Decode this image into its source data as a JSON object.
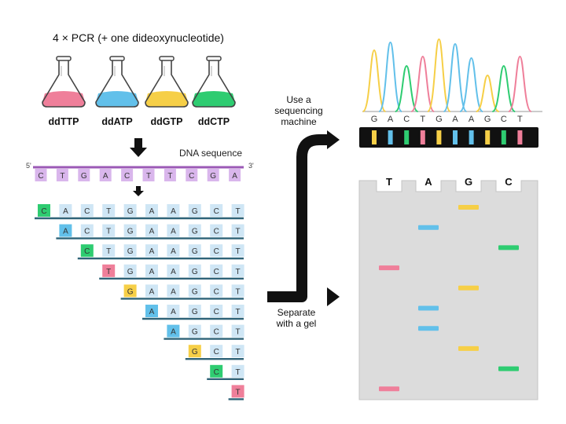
{
  "title": "4 × PCR (+ one dideoxynucleotide)",
  "colors": {
    "T": "#ef7f9a",
    "A": "#62c0ea",
    "G": "#f6cf47",
    "C": "#2ecc71",
    "template_cell": "#d9b6ec",
    "strand_cell": "#cfe6f5",
    "template_line": "#9b59b6",
    "strand_line": "#2f6378",
    "gel": "#dcdcdc"
  },
  "flasks": [
    {
      "label": "ddTTP",
      "color_key": "T"
    },
    {
      "label": "ddATP",
      "color_key": "A"
    },
    {
      "label": "ddGTP",
      "color_key": "G"
    },
    {
      "label": "ddCTP",
      "color_key": "C"
    }
  ],
  "dna": {
    "label": "DNA sequence",
    "five_prime": "5'",
    "three_prime": "3'",
    "template": [
      "C",
      "T",
      "G",
      "A",
      "C",
      "T",
      "T",
      "C",
      "G",
      "A"
    ],
    "fragments": [
      [
        "C",
        "A",
        "C",
        "T",
        "G",
        "A",
        "A",
        "G",
        "C",
        "T"
      ],
      [
        "A",
        "C",
        "T",
        "G",
        "A",
        "A",
        "G",
        "C",
        "T"
      ],
      [
        "C",
        "T",
        "G",
        "A",
        "A",
        "G",
        "C",
        "T"
      ],
      [
        "T",
        "G",
        "A",
        "A",
        "G",
        "C",
        "T"
      ],
      [
        "G",
        "A",
        "A",
        "G",
        "C",
        "T"
      ],
      [
        "A",
        "A",
        "G",
        "C",
        "T"
      ],
      [
        "A",
        "G",
        "C",
        "T"
      ],
      [
        "G",
        "C",
        "T"
      ],
      [
        "C",
        "T"
      ],
      [
        "T"
      ]
    ]
  },
  "steps": {
    "sequencing": [
      "Use a",
      "sequencing",
      "machine"
    ],
    "gel": [
      "Separate",
      "with a gel"
    ]
  },
  "chromatogram": {
    "bases": [
      "G",
      "A",
      "C",
      "T",
      "G",
      "A",
      "A",
      "G",
      "C",
      "T"
    ]
  },
  "gel": {
    "lanes": [
      "T",
      "A",
      "G",
      "C"
    ],
    "bands": [
      {
        "lane": "G",
        "row": 1
      },
      {
        "lane": "A",
        "row": 2
      },
      {
        "lane": "C",
        "row": 3
      },
      {
        "lane": "T",
        "row": 4
      },
      {
        "lane": "G",
        "row": 5
      },
      {
        "lane": "A",
        "row": 6
      },
      {
        "lane": "A",
        "row": 7
      },
      {
        "lane": "G",
        "row": 8
      },
      {
        "lane": "C",
        "row": 9
      },
      {
        "lane": "T",
        "row": 10
      }
    ]
  }
}
